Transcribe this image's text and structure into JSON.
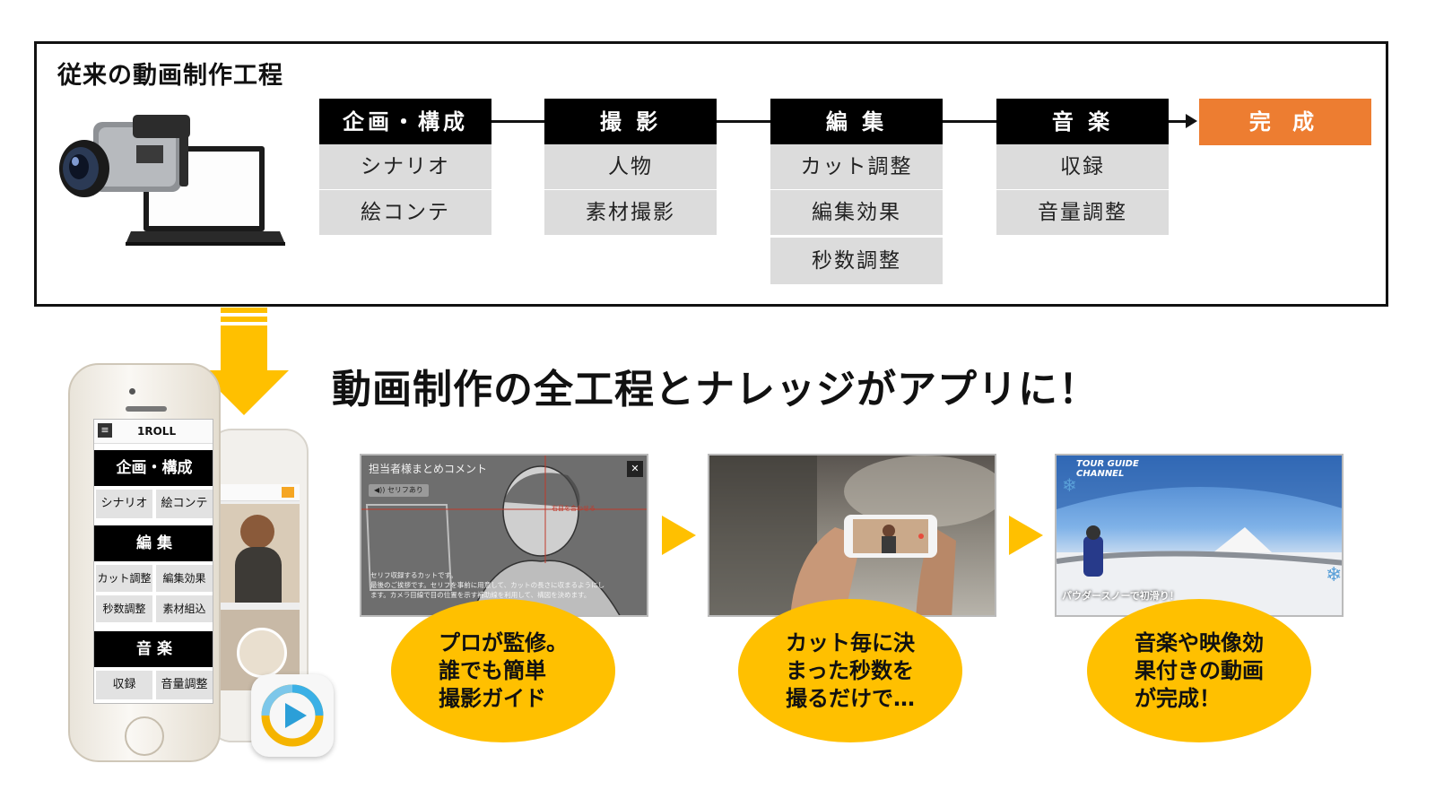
{
  "process": {
    "title": "従来の動画制作工程",
    "stages": [
      {
        "head": "企画・構成",
        "items": [
          "シナリオ",
          "絵コンテ"
        ]
      },
      {
        "head": "撮 影",
        "items": [
          "人物",
          "素材撮影"
        ]
      },
      {
        "head": "編 集",
        "items": [
          "カット調整",
          "編集効果",
          "秒数調整"
        ]
      },
      {
        "head": "音 楽",
        "items": [
          "収録",
          "音量調整"
        ]
      }
    ],
    "final": "完 成"
  },
  "headline": "動画制作の全工程とナレッジがアプリに！",
  "phone": {
    "logo": "1ROLL",
    "sections": [
      {
        "head": "企画・構成",
        "cells": [
          "シナリオ",
          "絵コンテ"
        ]
      },
      {
        "head": "編 集",
        "cells": [
          "カット調整",
          "編集効果",
          "秒数調整",
          "素材組込"
        ]
      },
      {
        "head": "音 楽",
        "cells": [
          "収録",
          "音量調整"
        ]
      }
    ]
  },
  "steps": [
    {
      "screen": {
        "header": "担当者様まとめコメント",
        "close": "✕",
        "tag": "セリフあり",
        "note": "右目を合わせる",
        "caption": "セリフ収録するカットです。\n最後のご挨拶です。セリフを事前に用意して、カットの長さに収まるようにし\nます。カメラ目線で目の位置を示す補助線を利用して、構図を決めます。"
      },
      "bubble": "プロが監修。\n誰でも簡単\n撮影ガイド"
    },
    {
      "screen": {},
      "bubble": "カット毎に決\nまった秒数を\n撮るだけで…"
    },
    {
      "screen": {
        "logo": "TOUR GUIDE\nCHANNEL",
        "caption": "パウダースノーで初滑り！"
      },
      "bubble": "音楽や映像効\n果付きの動画\nが完成！"
    }
  ],
  "colors": {
    "accent": "#ffc000",
    "final": "#ed7d31",
    "stage_head": "#000000",
    "stage_item": "#dcdcdc"
  }
}
